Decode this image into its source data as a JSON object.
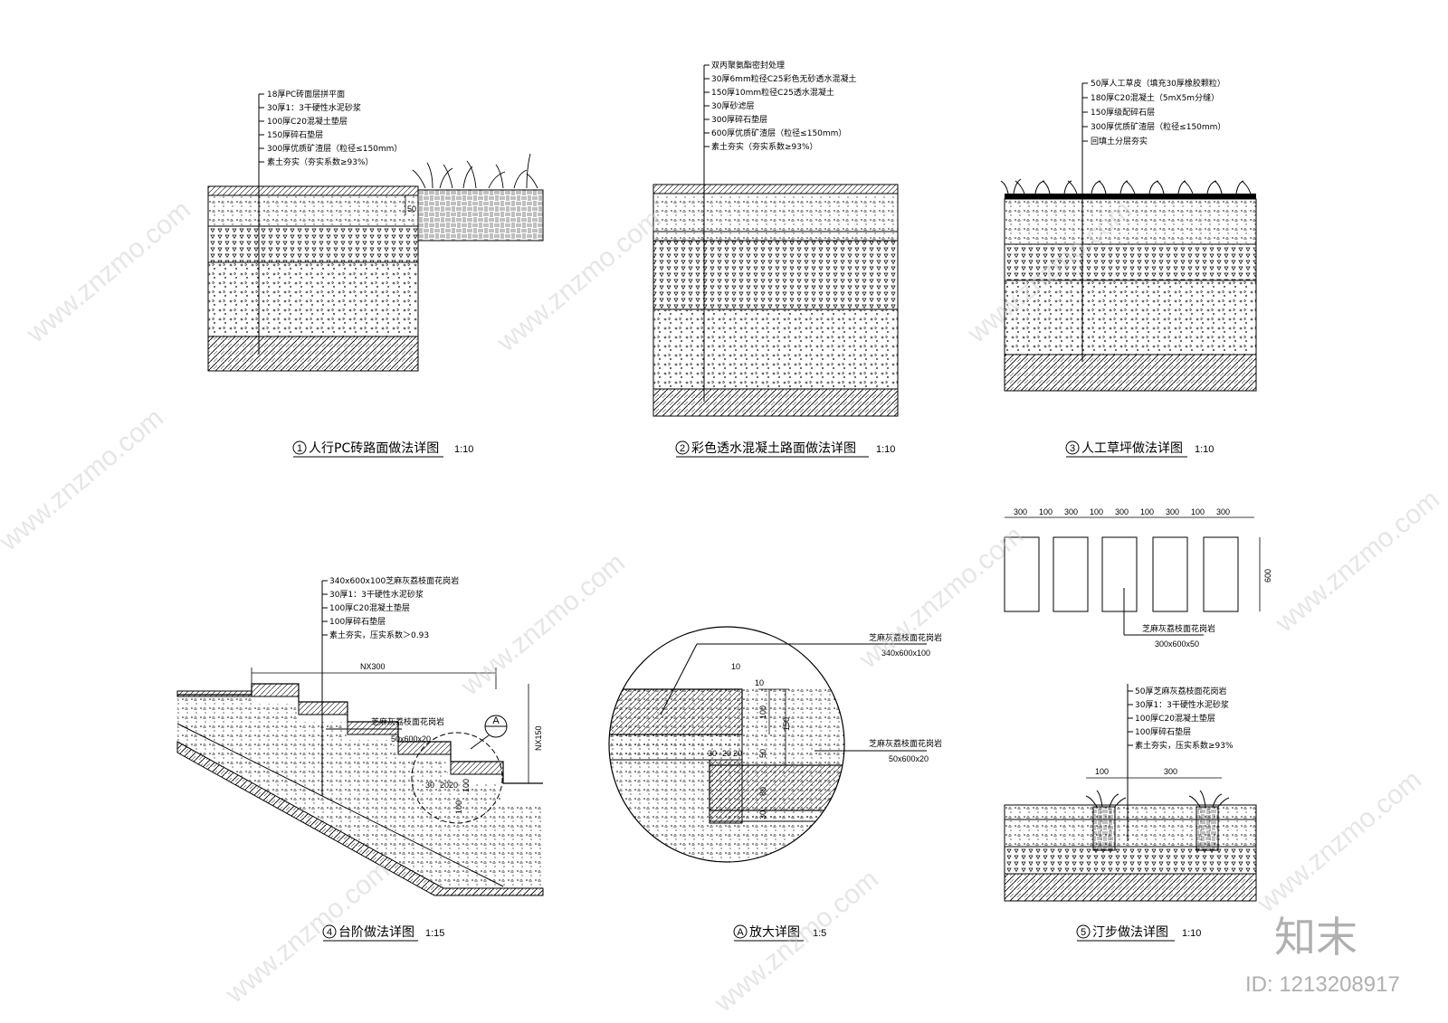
{
  "details": [
    {
      "num": "1",
      "title": "人行PC砖路面做法详图",
      "scale": "1:10",
      "notes": [
        "18厚PC砖面层拼平面",
        "30厚1：3干硬性水泥砂浆",
        "100厚C20混凝土垫层",
        "150厚碎石垫层",
        "300厚优质矿渣层（粒径≤150mm）",
        "素土夯实（夯实系数≥93%）"
      ],
      "dims": [
        "50"
      ]
    },
    {
      "num": "2",
      "title": "彩色透水混凝土路面做法详图",
      "scale": "1:10",
      "notes": [
        "双丙聚氨酯密封处理",
        "30厚6mm粒径C25彩色无砂透水混凝土",
        "150厚10mm粒径C25透水混凝土",
        "30厚砂滤层",
        "300厚碎石垫层",
        "600厚优质矿渣层（粒径≤150mm）",
        "素土夯实（夯实系数≥93%）"
      ],
      "dims": []
    },
    {
      "num": "3",
      "title": "人工草坪做法详图",
      "scale": "1:10",
      "notes": [
        "50厚人工草皮（填充30厚橡胶颗粒）",
        "180厚C20混凝土（5mX5m分缝）",
        "150厚级配碎石层",
        "300厚优质矿渣层（粒径≤150mm）",
        "回填土分层夯实"
      ],
      "dims": []
    },
    {
      "num": "4",
      "title": "台阶做法详图",
      "scale": "1:15",
      "notes": [
        "340x600x100芝麻灰荔枝面花岗岩",
        "30厚1：3干硬性水泥砂浆",
        "100厚C20混凝土垫层",
        "100厚碎石垫层",
        "素土夯实，压实系数＞0.93"
      ],
      "callout": [
        "芝麻灰荔枝面花岗岩",
        "50x600x20"
      ],
      "dims": [
        "NX300",
        "NX150",
        "30",
        "20",
        "20",
        "100",
        "100"
      ],
      "marker": "A"
    },
    {
      "num": "A",
      "title": "放大详图",
      "scale": "1:5",
      "notes": [],
      "callouts": [
        [
          "芝麻灰荔枝面花岗岩",
          "340x600x100"
        ],
        [
          "芝麻灰荔枝面花岗岩",
          "50x600x20"
        ]
      ],
      "dims": [
        "10",
        "10",
        "100",
        "150",
        "50",
        "30",
        "20",
        "20",
        "80",
        "30"
      ]
    },
    {
      "num": "5",
      "title": "汀步做法详图",
      "scale": "1:10",
      "notes": [
        "50厚芝麻灰荔枝面花岗岩",
        "30厚1：3干硬性水泥砂浆",
        "100厚C20混凝土垫层",
        "100厚碎石垫层",
        "素土夯实，压实系数≥93%"
      ],
      "plan_dims": [
        "300",
        "100",
        "300",
        "100",
        "300",
        "100",
        "300",
        "100",
        "300"
      ],
      "plan_height": "600",
      "plan_callout": [
        "芝麻灰荔枝面花岗岩",
        "300x600x50"
      ],
      "dims": [
        "100",
        "300"
      ]
    }
  ],
  "watermark": {
    "text": "www.znzmo.com",
    "brand": "知末",
    "id": "ID: 1213208917"
  }
}
